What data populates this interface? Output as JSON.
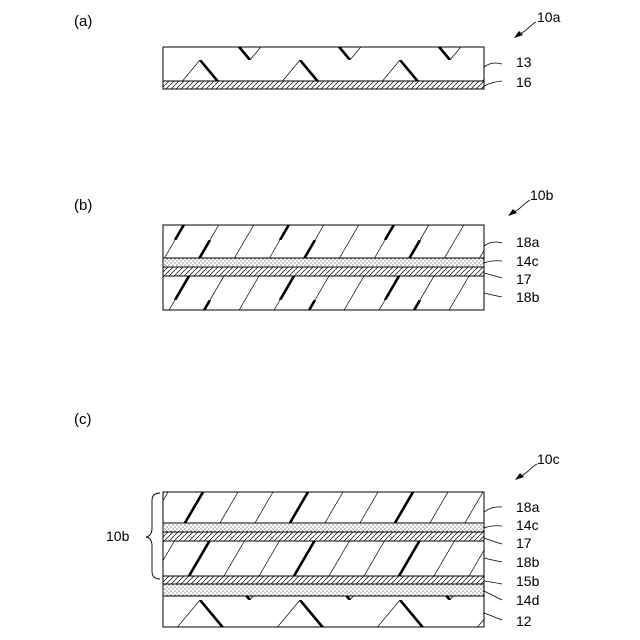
{
  "figures": {
    "a": {
      "panel_label": "(a)",
      "ref": "10a",
      "layers": [
        "13",
        "16"
      ]
    },
    "b": {
      "panel_label": "(b)",
      "ref": "10b",
      "layers": [
        "18a",
        "14c",
        "17",
        "18b"
      ]
    },
    "c": {
      "panel_label": "(c)",
      "ref": "10c",
      "group_label": "10b",
      "layers": [
        "18a",
        "14c",
        "17",
        "18b",
        "15b",
        "14d",
        "12"
      ]
    }
  }
}
